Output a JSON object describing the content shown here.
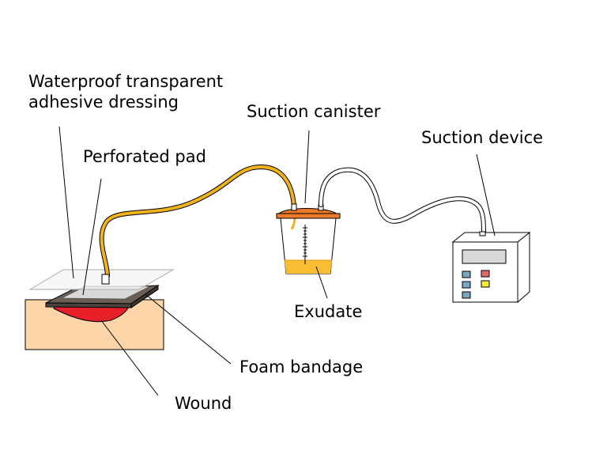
{
  "labels": {
    "dressing_line1": "Waterproof transparent",
    "dressing_line2": "adhesive dressing",
    "perforated_pad": "Perforated pad",
    "suction_canister": "Suction canister",
    "suction_device": "Suction device",
    "exudate": "Exudate",
    "foam_bandage": "Foam bandage",
    "wound": "Wound"
  },
  "colors": {
    "skin": "#fdd5a8",
    "wound": "#e8202a",
    "foam": "#6b5f55",
    "dressing": "#f2f2f2",
    "tube_yellow": "#f2b21c",
    "canister_lid": "#ee7b2a",
    "exudate": "#f8bd33",
    "device_blue": "#7aa8c0",
    "device_red": "#e06b6b",
    "device_yellow": "#f5ea3c"
  }
}
